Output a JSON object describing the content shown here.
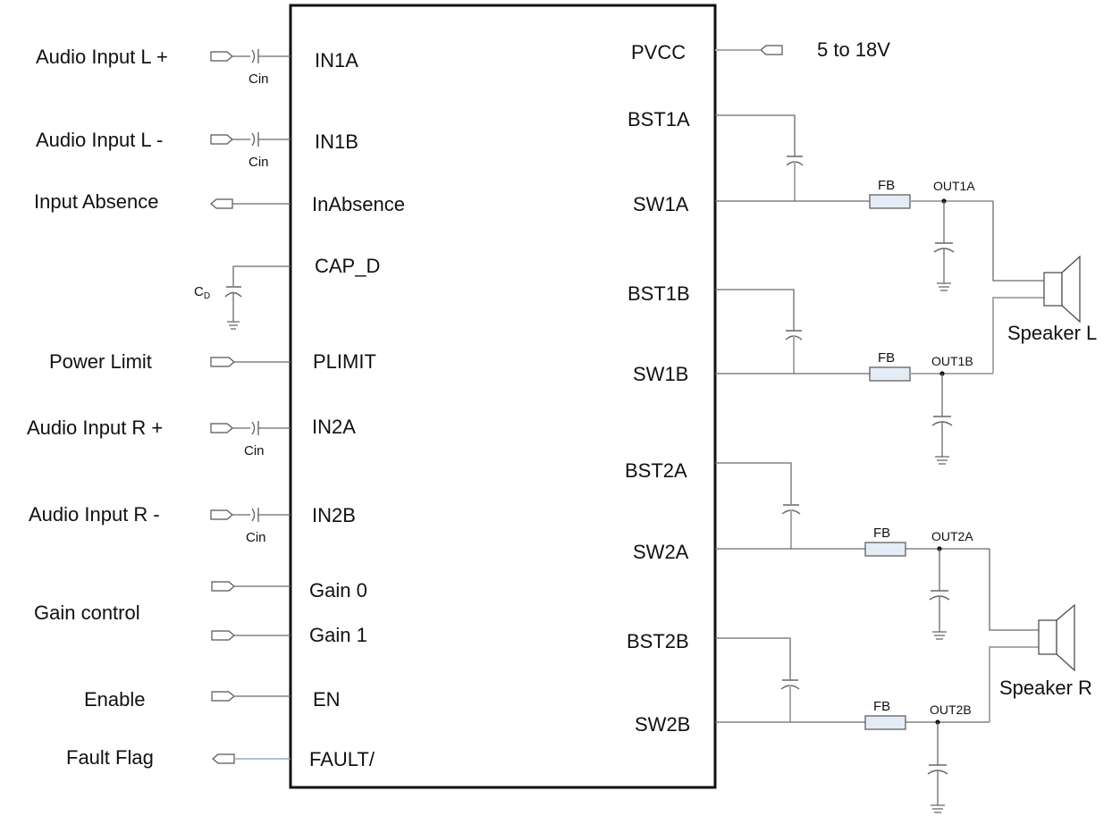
{
  "diagram": {
    "title": "Stereo Class-D Audio Amplifier Application Schematic",
    "chip": {
      "left_pins": [
        "IN1A",
        "IN1B",
        "InAbsence",
        "CAP_D",
        "PLIMIT",
        "IN2A",
        "IN2B",
        "Gain 0",
        "Gain 1",
        "EN",
        "FAULT/"
      ],
      "right_pins": [
        "PVCC",
        "BST1A",
        "SW1A",
        "BST1B",
        "SW1B",
        "BST2A",
        "SW2A",
        "BST2B",
        "SW2B"
      ]
    },
    "left_signals": {
      "in1a": "Audio Input L +",
      "in1b": "Audio Input L -",
      "inabsence": "Input Absence",
      "plimit": "Power Limit",
      "in2a": "Audio Input R +",
      "in2b": "Audio Input R -",
      "gain": "Gain control",
      "en": "Enable",
      "fault": "Fault Flag"
    },
    "components": {
      "cin": "Cin",
      "cd_main": "C",
      "cd_sub": "D",
      "fb": "FB"
    },
    "supply": "5 to 18V",
    "outputs": [
      "OUT1A",
      "OUT1B",
      "OUT2A",
      "OUT2B"
    ],
    "speakers": [
      "Speaker L",
      "Speaker R"
    ]
  }
}
